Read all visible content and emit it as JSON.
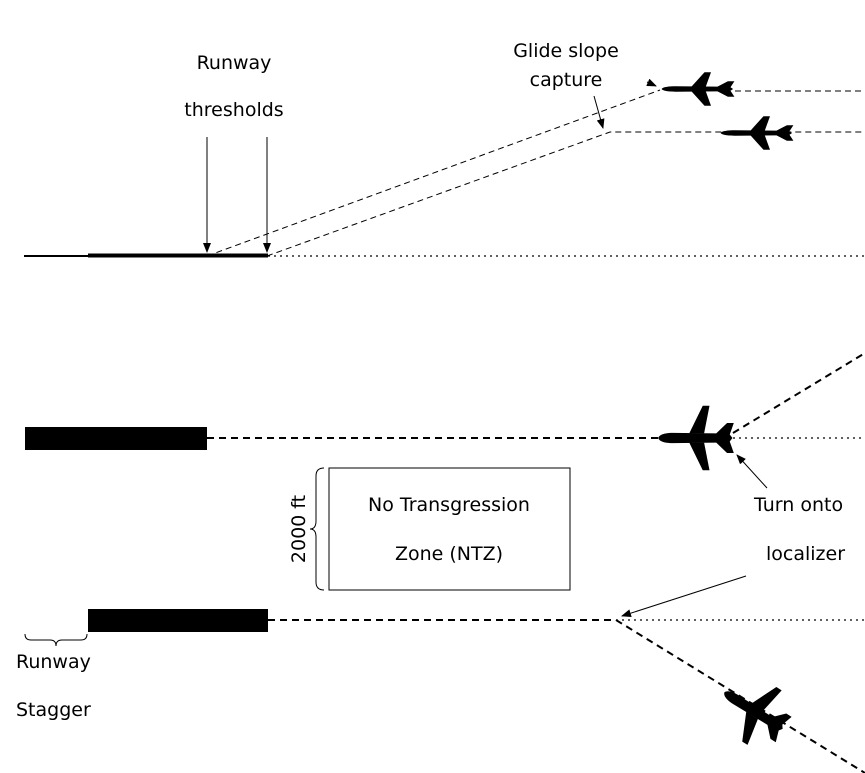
{
  "labels": {
    "glide_slope_line1": "Glide slope",
    "glide_slope_line2": "capture",
    "runway_thresholds_line1": "Runway",
    "runway_thresholds_line2": "thresholds",
    "ntz_line1": "No Transgression",
    "ntz_line2": "Zone (NTZ)",
    "ntz_width": "2000 ft",
    "turn_line1": "Turn onto",
    "turn_line2": "localizer",
    "stagger_line1": "Runway",
    "stagger_line2": "Stagger"
  },
  "colors": {
    "ink": "#000000",
    "background": "#ffffff"
  }
}
